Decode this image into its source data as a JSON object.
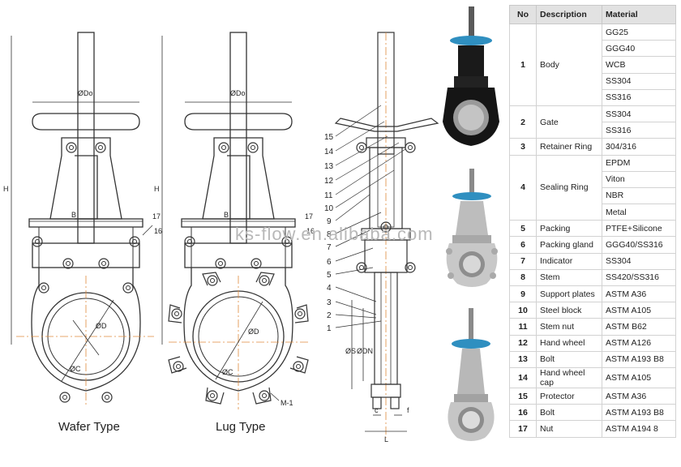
{
  "captions": {
    "wafer": "Wafer Type",
    "lug": "Lug Type"
  },
  "watermark": "ks-flow.en.alibaba.com",
  "dimension_labels": {
    "do": "ØDo",
    "h": "H",
    "b": "B",
    "d": "ØD",
    "dc": "ØC",
    "n17": "17",
    "n16": "16",
    "m": "M-1",
    "s": "ØS",
    "dn": "ØDN",
    "c": "c",
    "f": "f",
    "l": "L"
  },
  "callouts": [
    "15",
    "14",
    "13",
    "12",
    "11",
    "10",
    "9",
    "8",
    "7",
    "6",
    "5",
    "4",
    "3",
    "2",
    "1"
  ],
  "table": {
    "headers": {
      "no": "No",
      "description": "Description",
      "material": "Material"
    },
    "rows": [
      {
        "no": "1",
        "description": "Body",
        "materials": [
          "GG25",
          "GGG40",
          "WCB",
          "SS304",
          "SS316"
        ]
      },
      {
        "no": "2",
        "description": "Gate",
        "materials": [
          "SS304",
          "SS316"
        ]
      },
      {
        "no": "3",
        "description": "Retainer Ring",
        "materials": [
          "304/316"
        ]
      },
      {
        "no": "4",
        "description": "Sealing Ring",
        "materials": [
          "EPDM",
          "Viton",
          "NBR",
          "Metal"
        ]
      },
      {
        "no": "5",
        "description": "Packing",
        "materials": [
          "PTFE+Silicone"
        ]
      },
      {
        "no": "6",
        "description": "Packing gland",
        "materials": [
          "GGG40/SS316"
        ]
      },
      {
        "no": "7",
        "description": "Indicator",
        "materials": [
          "SS304"
        ]
      },
      {
        "no": "8",
        "description": "Stem",
        "materials": [
          "SS420/SS316"
        ]
      },
      {
        "no": "9",
        "description": "Support plates",
        "materials": [
          "ASTM A36"
        ]
      },
      {
        "no": "10",
        "description": "Steel block",
        "materials": [
          "ASTM A105"
        ]
      },
      {
        "no": "11",
        "description": "Stem nut",
        "materials": [
          "ASTM B62"
        ]
      },
      {
        "no": "12",
        "description": "Hand wheel",
        "materials": [
          "ASTM A126"
        ]
      },
      {
        "no": "13",
        "description": "Bolt",
        "materials": [
          "ASTM A193 B8"
        ]
      },
      {
        "no": "14",
        "description": "Hand wheel cap",
        "materials": [
          "ASTM A105"
        ]
      },
      {
        "no": "15",
        "description": "Protector",
        "materials": [
          "ASTM A36"
        ]
      },
      {
        "no": "16",
        "description": "Bolt",
        "materials": [
          "ASTM A193 B8"
        ]
      },
      {
        "no": "17",
        "description": "Nut",
        "materials": [
          "ASTM A194 8"
        ]
      }
    ]
  }
}
